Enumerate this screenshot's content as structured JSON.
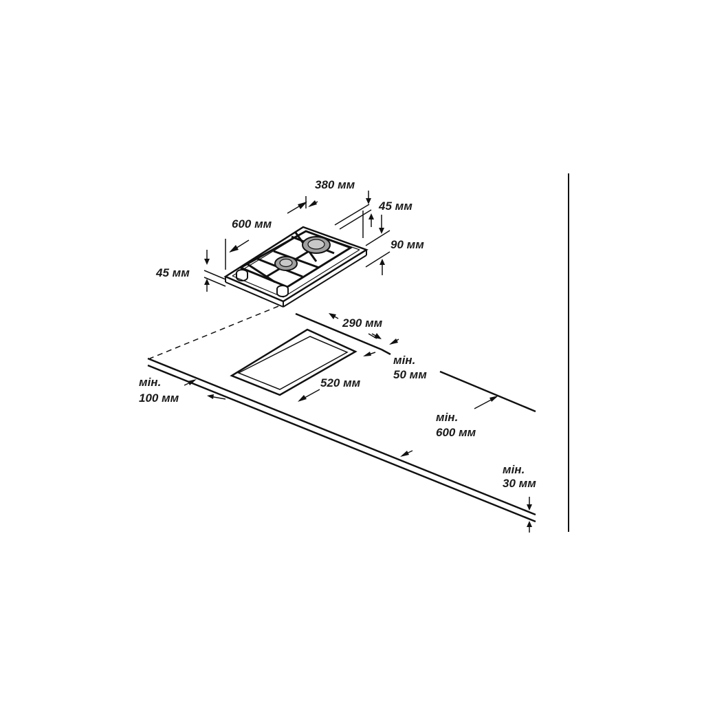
{
  "colors": {
    "ink": "#111111",
    "burner": "#a0a0a0",
    "background": "#ffffff"
  },
  "dimensions": {
    "w380": "380 мм",
    "w45_top": "45 мм",
    "w600": "600 мм",
    "w90": "90 мм",
    "w45_left": "45 мм",
    "w290": "290 мм",
    "min50_line1": "мін.",
    "min50_line2": "50 мм",
    "w520": "520 мм",
    "min100_line1": "мін.",
    "min100_line2": "100 мм",
    "min600_line1": "мін.",
    "min600_line2": "600 мм",
    "min30_line1": "мін.",
    "min30_line2": "30 мм"
  }
}
